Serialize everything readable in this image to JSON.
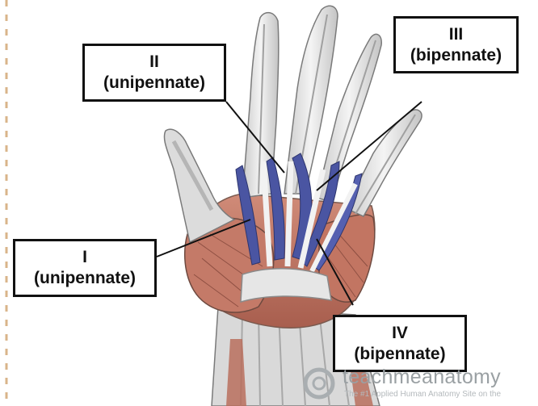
{
  "labels": {
    "ii": {
      "numeral": "II",
      "type": "(unipennate)"
    },
    "iii": {
      "numeral": "III",
      "type": "(bipennate)"
    },
    "i": {
      "numeral": "I",
      "type": "(unipennate)"
    },
    "iv": {
      "numeral": "IV",
      "type": "(bipennate)"
    }
  },
  "watermark": {
    "name": "teachmeanatomy",
    "tagline": "The #1 Applied Human Anatomy Site on the"
  },
  "colors": {
    "interossei": "#4a55a2",
    "muscle": "#c47a68",
    "tendon": "#e6e6e6",
    "outline": "#7a7a7a",
    "frame": "#111111",
    "leader": "#111111",
    "margin_dash": "#d9b48a"
  }
}
